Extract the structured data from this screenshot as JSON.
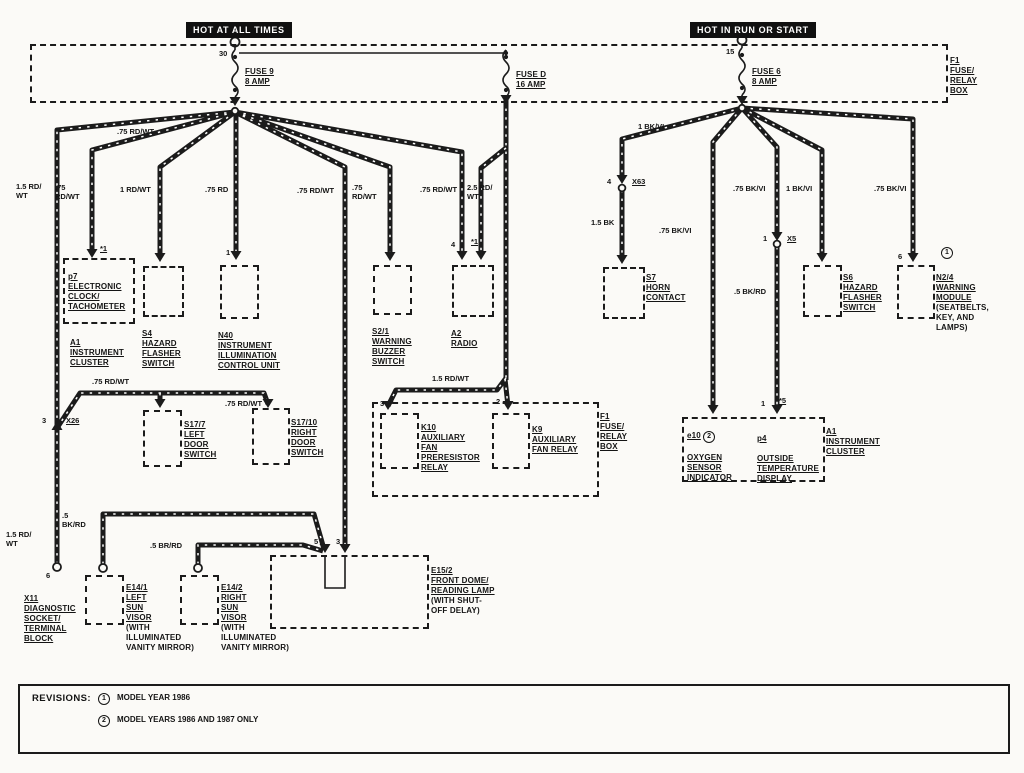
{
  "power_labels": {
    "left": "HOT AT ALL TIMES",
    "right": "HOT IN RUN OR START"
  },
  "fuse_box": {
    "label": "F1\nFUSE/\nRELAY\nBOX"
  },
  "fuses": {
    "fuse9": {
      "name": "FUSE 9",
      "rating": "8 AMP",
      "terminal": "30"
    },
    "fuseD": {
      "name": "FUSE D",
      "rating": "16 AMP"
    },
    "fuse6": {
      "name": "FUSE 6",
      "rating": "8 AMP",
      "terminal": "15"
    }
  },
  "components": {
    "p7": {
      "connector": "*1",
      "text": "p7\nELECTRONIC\nCLOCK/\nTACHOMETER"
    },
    "a1_left": {
      "text": "A1\nINSTRUMENT\nCLUSTER"
    },
    "s4": {
      "text": "S4\nHAZARD\nFLASHER\nSWITCH"
    },
    "n40": {
      "pin": "1",
      "text": "N40\nINSTRUMENT\nILLUMINATION\nCONTROL UNIT"
    },
    "s2_1": {
      "text": "S2/1\nWARNING\nBUZZER\nSWITCH"
    },
    "a2": {
      "pin_left": "4",
      "pin_right": "*1",
      "text": "A2\nRADIO"
    },
    "s7": {
      "text": "S7\nHORN\nCONTACT"
    },
    "s6": {
      "text": "S6\nHAZARD\nFLASHER\nSWITCH"
    },
    "n2_4": {
      "pin": "6",
      "rev": "1",
      "text": "N2/4\nWARNING\nMODULE",
      "note": "(SEATBELTS,\nKEY, AND\nLAMPS)"
    },
    "s17_7": {
      "text": "S17/7\nLEFT\nDOOR\nSWITCH"
    },
    "s17_10": {
      "text": "S17/10\nRIGHT\nDOOR\nSWITCH"
    },
    "k10": {
      "pin": "3",
      "text": "K10\nAUXILIARY\nFAN\nPRERESISTOR\nRELAY"
    },
    "k9": {
      "pin": "2",
      "text": "K9\nAUXILIARY\nFAN RELAY"
    },
    "f1_fan": {
      "text": "F1\nFUSE/\nRELAY\nBOX"
    },
    "e10": {
      "code": "e10",
      "rev": "2",
      "text": "OXYGEN\nSENSOR\nINDICATOR"
    },
    "p4": {
      "code": "p4",
      "text": "OUTSIDE\nTEMPERATURE\nDISPLAY"
    },
    "a1_right": {
      "pin": "1",
      "plug": "*5",
      "text": "A1\nINSTRUMENT\nCLUSTER"
    },
    "x11": {
      "pin": "6",
      "text": "X11\nDIAGNOSTIC\nSOCKET/\nTERMINAL\nBLOCK"
    },
    "e14_1": {
      "text": "E14/1\nLEFT\nSUN\nVISOR",
      "note": "(WITH\nILLUMINATED\nVANITY MIRROR)"
    },
    "e14_2": {
      "text": "E14/2\nRIGHT\nSUN\nVISOR",
      "note": "(WITH\nILLUMINATED\nVANITY MIRROR)"
    },
    "e15_2": {
      "pin_left": "5",
      "pin_right": "3",
      "text": "E15/2\nFRONT DOME/\nREADING LAMP",
      "note": "(WITH SHUT-\nOFF DELAY)"
    }
  },
  "connectors": {
    "x26": {
      "pin": "3",
      "label": "X26"
    },
    "x63": {
      "pin": "4",
      "label": "X63"
    },
    "x5": {
      "pin": "1",
      "label": "X5"
    }
  },
  "wire_labels": {
    "c1_top": "1.5 RD/\nWT",
    "c2": ".75\nRD/WT",
    "c2_bend": ".75 RD/WT",
    "c3": "1 RD/WT",
    "c4": ".75 RD",
    "c5": ".75 RD/WT",
    "c6": ".75\nRD/WT",
    "c7": ".75 RD/WT",
    "radio_feed": "2.5 RD/\nWT",
    "door_feed": ".75 RD/WT",
    "door_feed2": ".75 RD/WT",
    "fan_feed": "1.5 RD/WT",
    "r1_bend": "1 BK/VI",
    "r1_low": "1.5 BK",
    "r2": ".75 BK/VI",
    "r3": ".75 BK/VI",
    "r3_low": ".5 BK/RD",
    "r4": "1 BK/VI",
    "r5": ".75 BK/VI",
    "c1_bottom": "1.5 RD/\nWT",
    "visor1": ".5\nBK/RD",
    "visor2": ".5 BR/RD"
  },
  "revisions": {
    "title": "REVISIONS:",
    "items": [
      {
        "num": "1",
        "text": "MODEL YEAR 1986"
      },
      {
        "num": "2",
        "text": "MODEL YEARS 1986 AND 1987 ONLY"
      }
    ]
  }
}
